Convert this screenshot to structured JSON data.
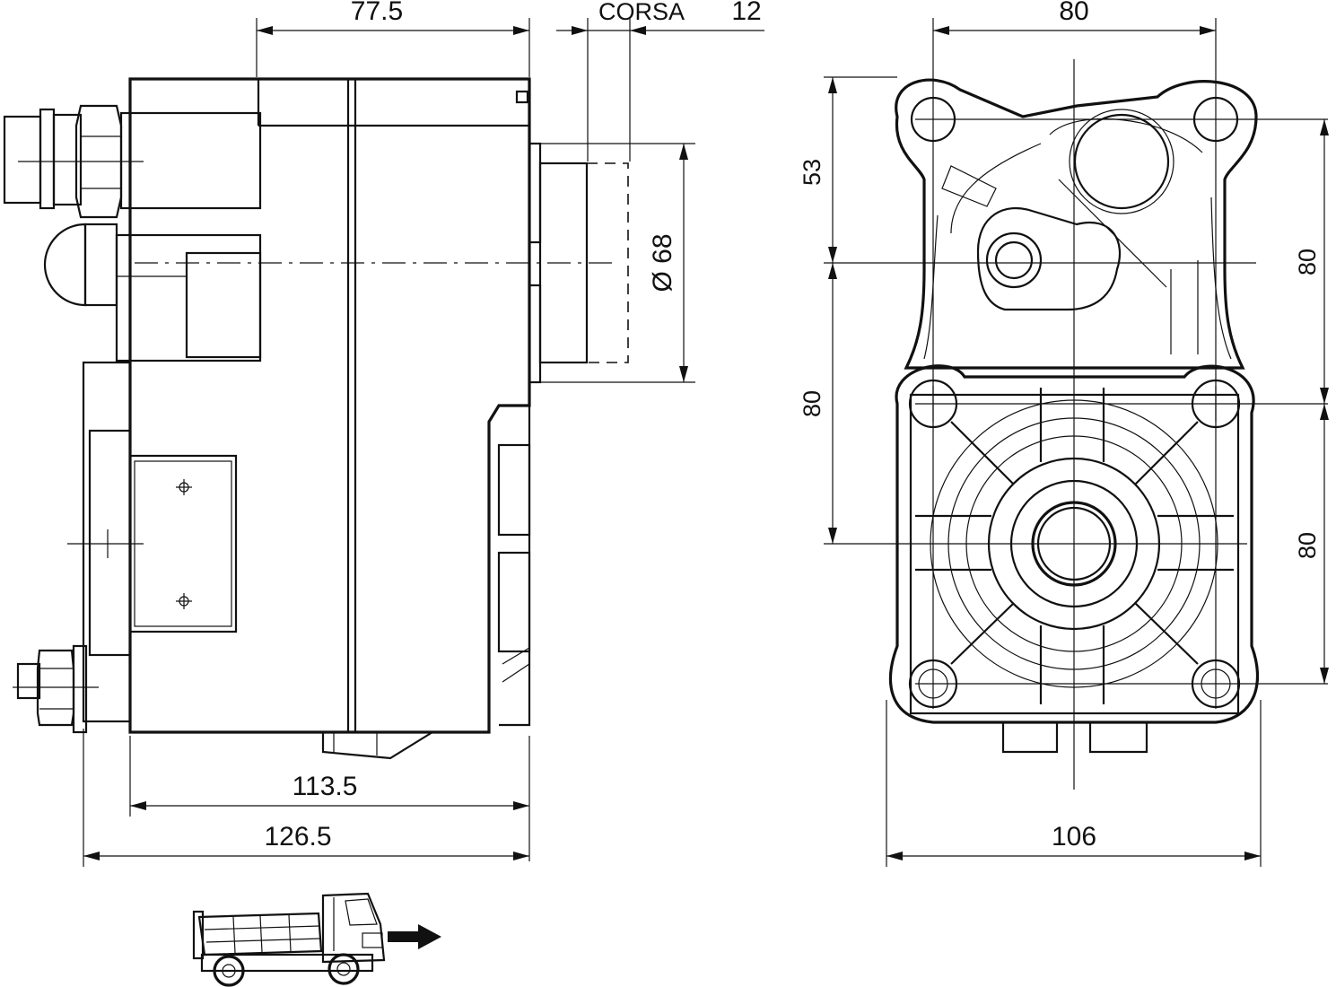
{
  "side_view": {
    "dim_top_length": "77.5",
    "dim_stroke_label": "CORSA",
    "dim_stroke_value": "12",
    "dim_diameter": "Ø  68",
    "dim_inner_length": "113.5",
    "dim_total_length": "126.5"
  },
  "front_view": {
    "dim_top_width": "80",
    "dim_left_upper": "53",
    "dim_left_lower": "80",
    "dim_right_upper": "80",
    "dim_right_lower": "80",
    "dim_bottom_width": "106"
  },
  "icons": {
    "vehicle": "dump-truck-icon",
    "direction": "arrow-right-icon"
  }
}
